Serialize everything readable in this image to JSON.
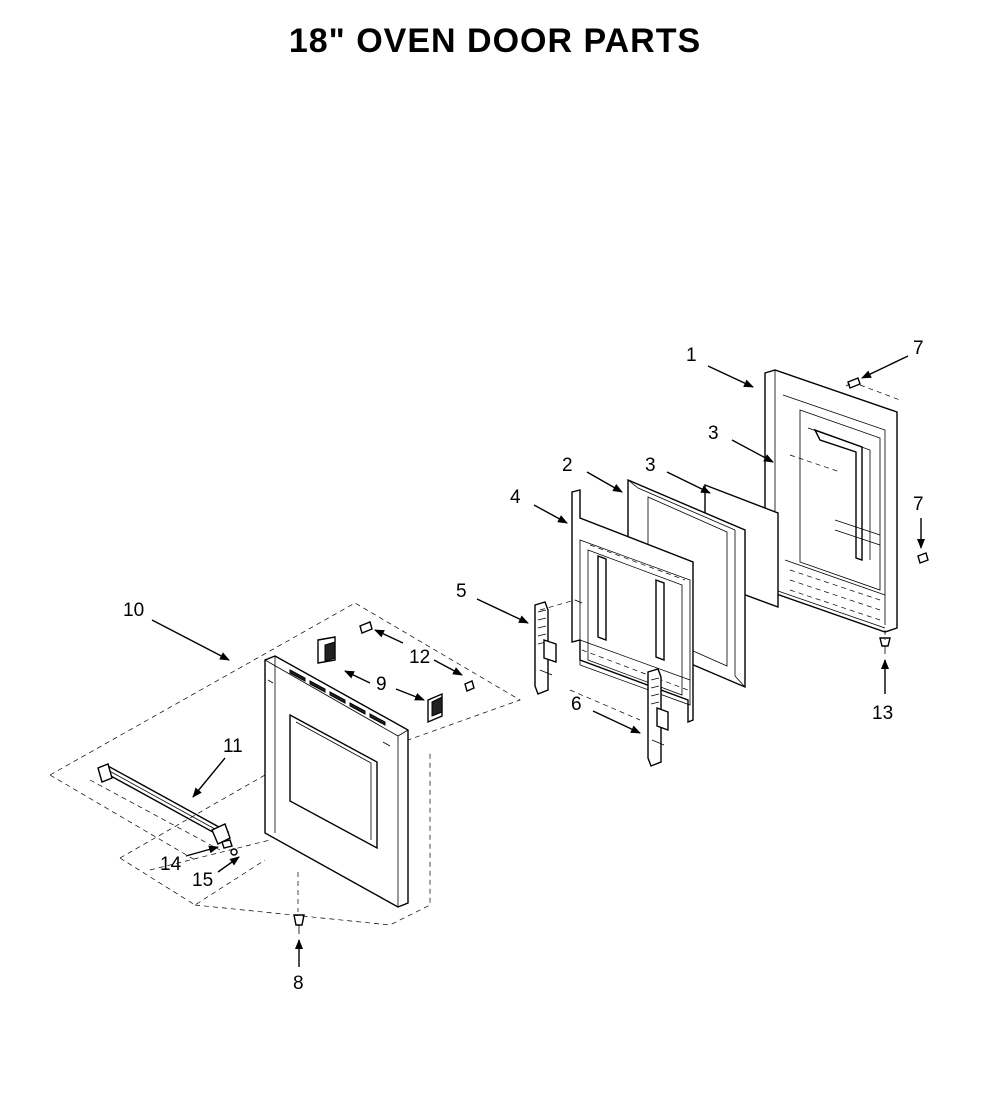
{
  "title": "18\" OVEN DOOR PARTS",
  "callouts": [
    {
      "id": "c1",
      "text": "1"
    },
    {
      "id": "c2",
      "text": "2"
    },
    {
      "id": "c3a",
      "text": "3"
    },
    {
      "id": "c3b",
      "text": "3"
    },
    {
      "id": "c4",
      "text": "4"
    },
    {
      "id": "c5",
      "text": "5"
    },
    {
      "id": "c6",
      "text": "6"
    },
    {
      "id": "c7a",
      "text": "7"
    },
    {
      "id": "c7b",
      "text": "7"
    },
    {
      "id": "c8",
      "text": "8"
    },
    {
      "id": "c9",
      "text": "9"
    },
    {
      "id": "c10",
      "text": "10"
    },
    {
      "id": "c11",
      "text": "11"
    },
    {
      "id": "c12",
      "text": "12"
    },
    {
      "id": "c13",
      "text": "13"
    },
    {
      "id": "c14",
      "text": "14"
    },
    {
      "id": "c15",
      "text": "15"
    }
  ]
}
